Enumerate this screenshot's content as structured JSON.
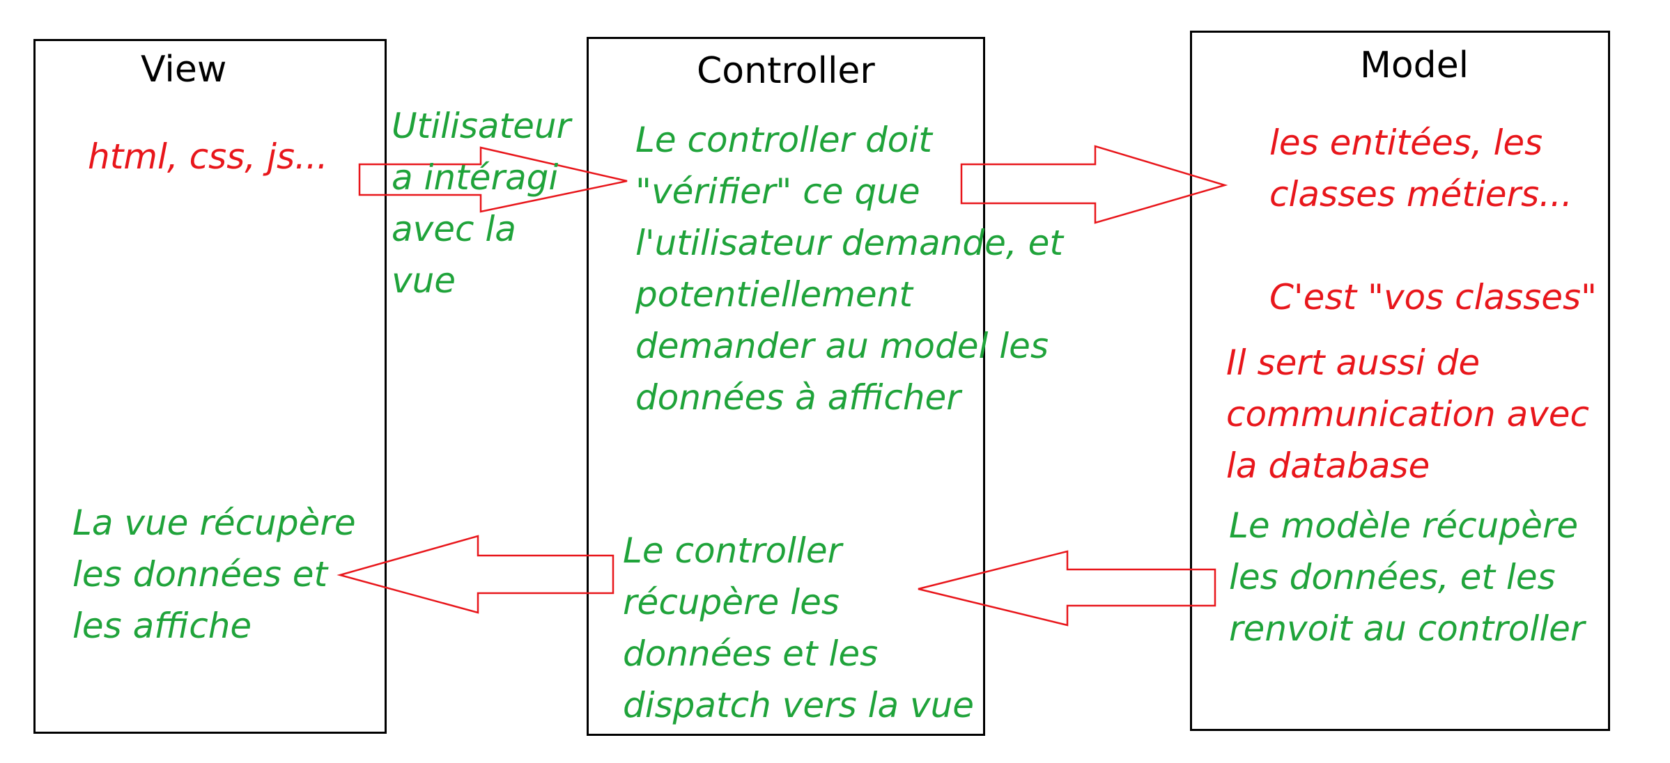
{
  "columns": {
    "view": {
      "title": "View"
    },
    "controller": {
      "title": "Controller"
    },
    "model": {
      "title": "Model"
    }
  },
  "notes": {
    "view_tech": "html, css, js...",
    "user_interaction": "Utilisateur\na intéragi\navec la\nvue",
    "controller_verify": "Le controller doit\n\"vérifier\" ce que\nl'utilisateur demande, et\npotentiellement\ndemander au model les\ndonnées à afficher",
    "model_entities": "les entitées, les\nclasses métiers...",
    "model_your_classes": "C'est \"vos classes\"",
    "model_database": "Il sert aussi de\ncommunication avec\nla database",
    "view_display": "La vue récupère\nles données et\nles affiche",
    "controller_dispatch": "Le controller\nrécupère les\ndonnées et les\ndispatch vers la vue",
    "model_return": "Le modèle récupère\nles données, et les\nrenvoit au controller"
  },
  "colors": {
    "green_text": "#1fa33a",
    "red_text": "#e8161b",
    "arrow_outline": "#e8161b",
    "box_border": "#000000"
  }
}
